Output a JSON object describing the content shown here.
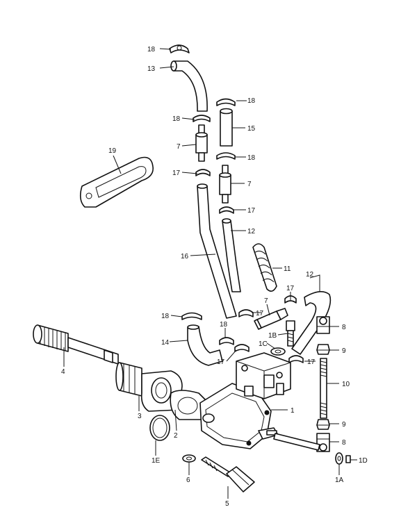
{
  "callouts": {
    "c18a": "18",
    "c13": "13",
    "c18b": "18",
    "c15": "15",
    "c18c": "18",
    "c7a": "7",
    "c18d": "18",
    "c19": "19",
    "c17a": "17",
    "c7b": "7",
    "c17b": "17",
    "c12a": "12",
    "c16": "16",
    "c11": "11",
    "c12b": "12",
    "c17c": "17",
    "c7c": "7",
    "c17d": "17",
    "c18e": "18",
    "c8a": "8",
    "c18f": "18",
    "c1B": "1B",
    "c14": "14",
    "c1C": "1C",
    "c9a": "9",
    "c17e": "17",
    "c17f": "17",
    "c4": "4",
    "c10": "10",
    "c1": "1",
    "c3": "3",
    "c9b": "9",
    "c2": "2",
    "c8b": "8",
    "c1E": "1E",
    "c6": "6",
    "c1A": "1A",
    "c1D": "1D",
    "c5": "5"
  }
}
